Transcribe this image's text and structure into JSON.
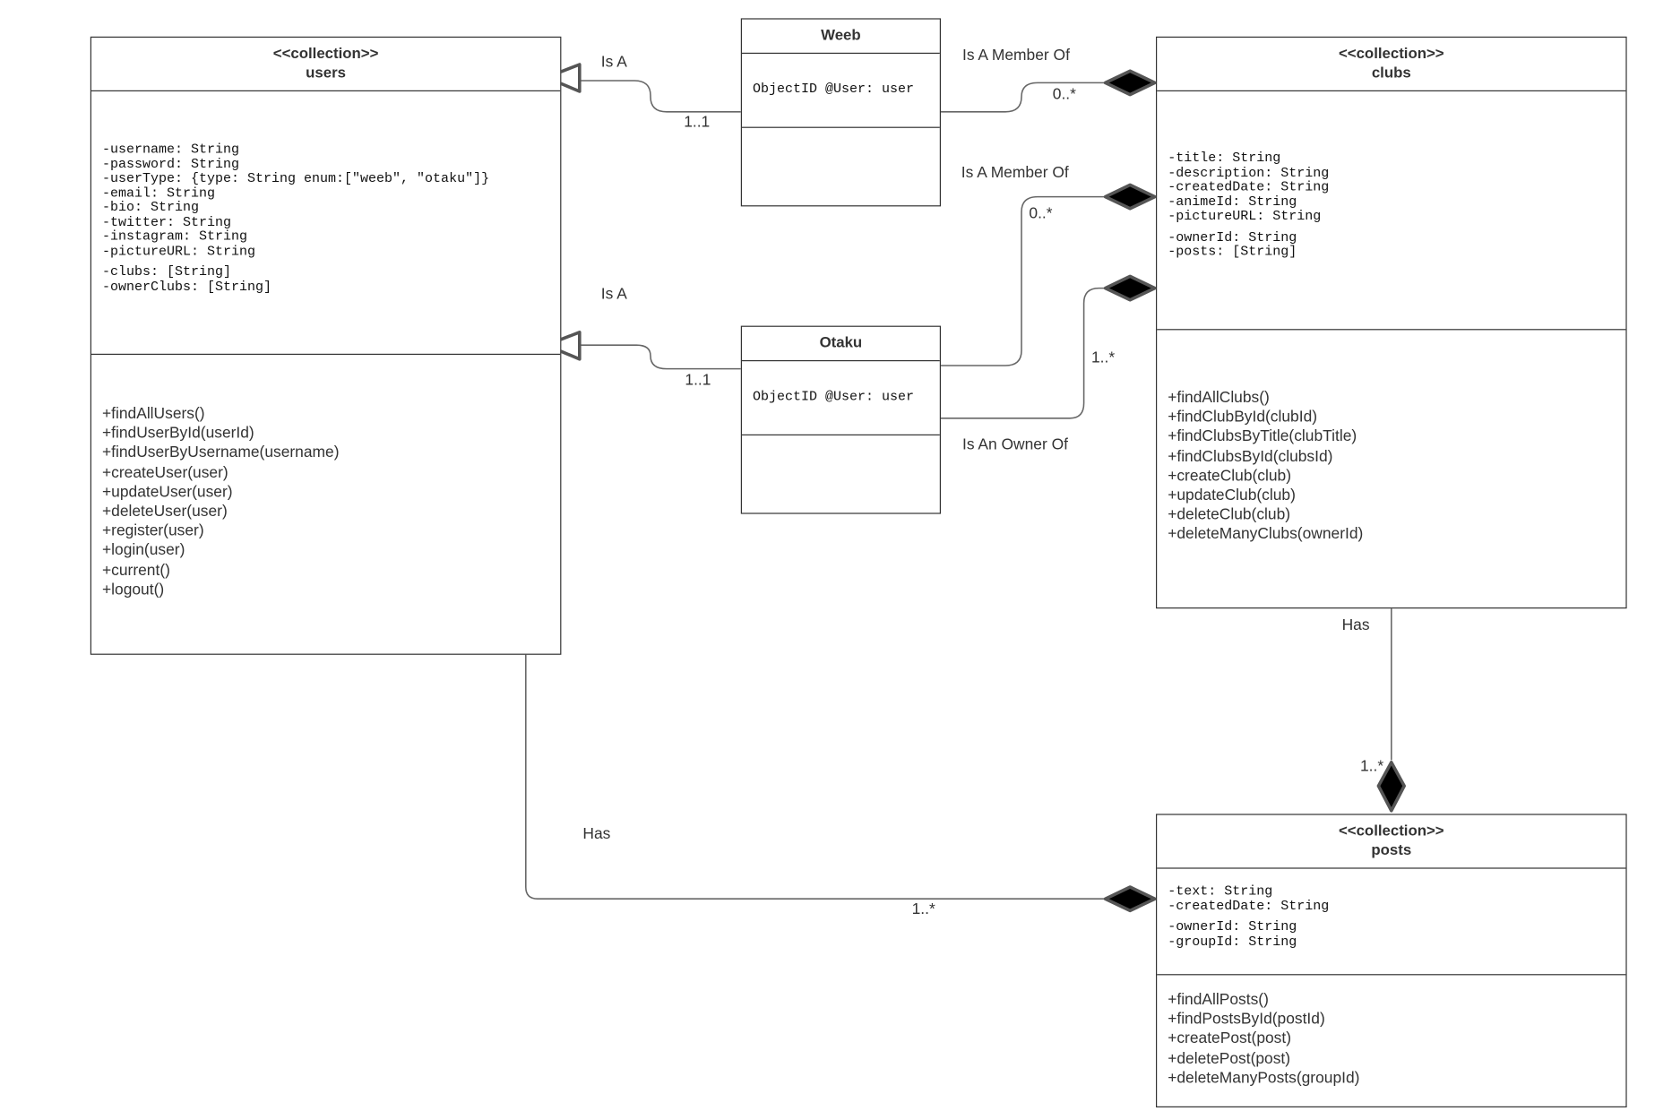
{
  "users": {
    "stereotype": "<<collection>>",
    "name": "users",
    "attributes": [
      "-username: String",
      "-password: String",
      "-userType: {type: String enum:[\"weeb\", \"otaku\"]}",
      "-email: String",
      "-bio: String",
      "-twitter: String",
      "-instagram: String",
      "-pictureURL: String",
      "",
      "-clubs: [String]",
      "-ownerClubs: [String]"
    ],
    "methods": [
      "+findAllUsers()",
      "+findUserById(userId)",
      "+findUserByUsername(username)",
      "+createUser(user)",
      "+updateUser(user)",
      "+deleteUser(user)",
      "+register(user)",
      "+login(user)",
      "+current()",
      "+logout()"
    ]
  },
  "weeb": {
    "name": "Weeb",
    "attributes": [
      "ObjectID @User: user"
    ]
  },
  "otaku": {
    "name": "Otaku",
    "attributes": [
      "ObjectID @User: user"
    ]
  },
  "clubs": {
    "stereotype": "<<collection>>",
    "name": "clubs",
    "attributes": [
      "-title: String",
      "-description: String",
      "-createdDate: String",
      "-animeId: String",
      "-pictureURL: String",
      "",
      "-ownerId: String",
      "-posts: [String]"
    ],
    "methods": [
      "+findAllClubs()",
      "+findClubById(clubId)",
      "+findClubsByTitle(clubTitle)",
      "+findClubsById(clubsId)",
      "+createClub(club)",
      "+updateClub(club)",
      "+deleteClub(club)",
      "+deleteManyClubs(ownerId)"
    ]
  },
  "posts": {
    "stereotype": "<<collection>>",
    "name": "posts",
    "attributes": [
      "-text: String",
      "-createdDate: String",
      "",
      "-ownerId: String",
      "-groupId: String"
    ],
    "methods": [
      "+findAllPosts()",
      "+findPostsById(postId)",
      "+createPost(post)",
      "+deletePost(post)",
      "+deleteManyPosts(groupId)"
    ]
  },
  "relations": {
    "weeb_is_a": {
      "label": "Is A",
      "multiplicity": "1..1"
    },
    "otaku_is_a": {
      "label": "Is A",
      "multiplicity": "1..1"
    },
    "weeb_member": {
      "label": "Is A Member Of",
      "multiplicity": "0..*"
    },
    "otaku_member": {
      "label": "Is A Member Of",
      "multiplicity": "0..*"
    },
    "otaku_owner": {
      "label": "Is An Owner Of",
      "multiplicity": "1..*"
    },
    "clubs_has_posts": {
      "label": "Has",
      "multiplicity": "1..*"
    },
    "users_has_posts": {
      "label": "Has",
      "multiplicity": "1..*"
    }
  },
  "colors": {
    "line": "#333333",
    "connector": "#555555",
    "diamond": "#000000"
  }
}
